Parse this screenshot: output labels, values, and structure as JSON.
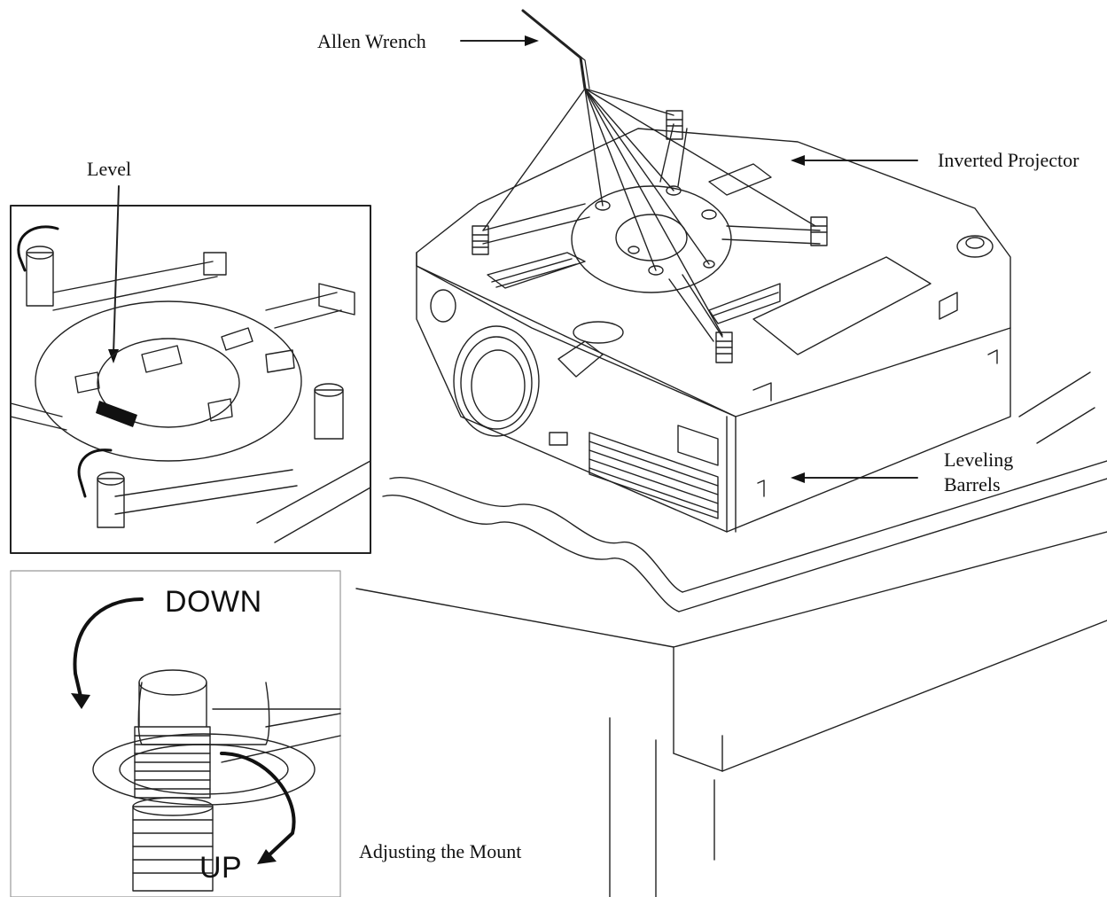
{
  "labels": {
    "allen_wrench": "Allen Wrench",
    "inverted_projector": "Inverted Projector",
    "level": "Level",
    "leveling_barrels_line1": "Leveling",
    "leveling_barrels_line2": "Barrels",
    "adjusting_the_mount": "Adjusting the Mount",
    "down": "DOWN",
    "up": "UP"
  }
}
